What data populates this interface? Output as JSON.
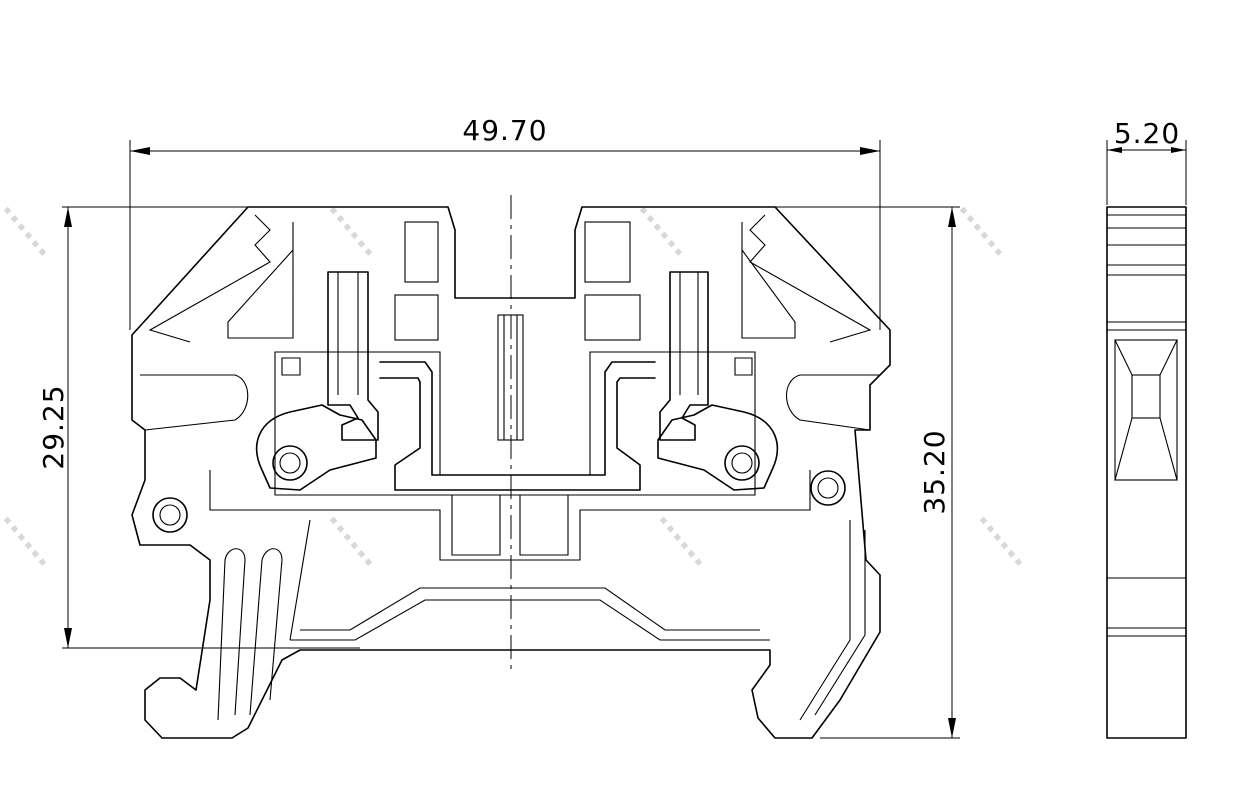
{
  "dimensions": {
    "overall_width": "49.70",
    "side_width": "5.20",
    "rail_height": "29.25",
    "overall_height": "35.20"
  },
  "colors": {
    "line": "#000000",
    "background": "#ffffff"
  }
}
